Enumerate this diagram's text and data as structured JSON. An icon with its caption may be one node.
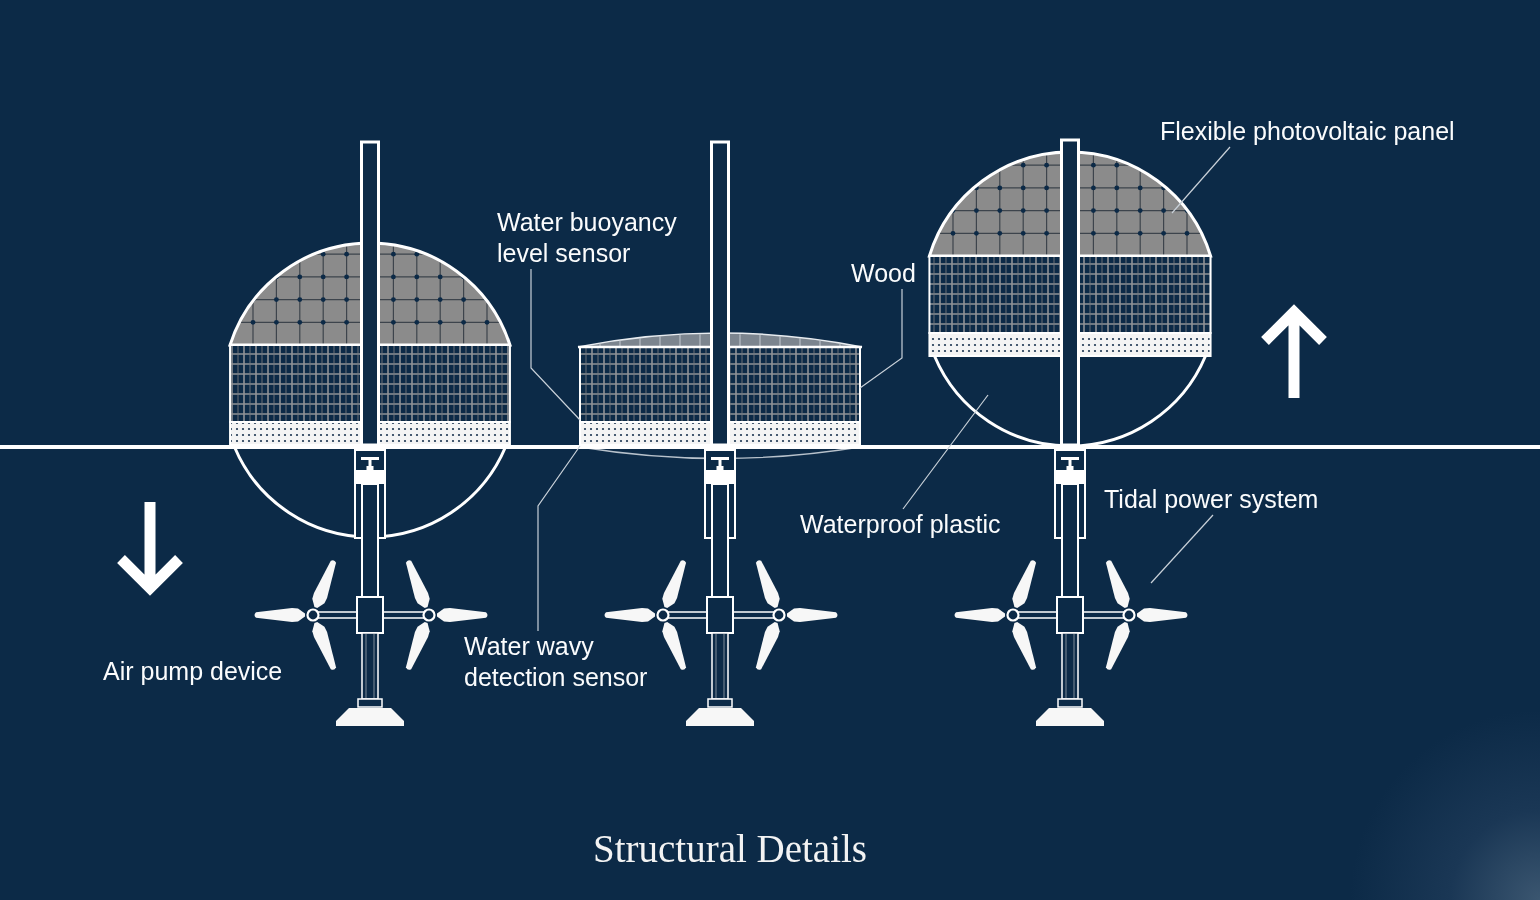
{
  "diagram": {
    "caption": "Structural Details",
    "nodes": [
      {
        "text": [
          "Flexible photovoltaic panel"
        ]
      },
      {
        "text": [
          "Water buoyancy level sensor"
        ]
      },
      {
        "text": [
          "Wood"
        ]
      },
      {
        "text": [
          "Tidal power system"
        ]
      },
      {
        "text": [
          "Waterproof plastic"
        ]
      },
      {
        "text": [
          "Water wavy detection sensor"
        ]
      },
      {
        "text": [],
        "shape": "picture"
      },
      {
        "text": [],
        "shape": "box"
      },
      {
        "text": [],
        "shape": "picture"
      },
      {
        "text": [],
        "shape": "picture"
      }
    ],
    "edges": [
      {
        "from": 0,
        "to": 6,
        "arrow": "none"
      },
      {
        "from": 1,
        "to": 7,
        "arrow": "none"
      },
      {
        "from": 2,
        "to": 7,
        "arrow": "none"
      },
      {
        "from": 3,
        "to": 9,
        "arrow": "none"
      },
      {
        "from": 4,
        "to": 8,
        "arrow": "none"
      },
      {
        "from": 5,
        "to": 7,
        "arrow": "none"
      }
    ],
    "labels": [
      "Air pump device"
    ]
  }
}
